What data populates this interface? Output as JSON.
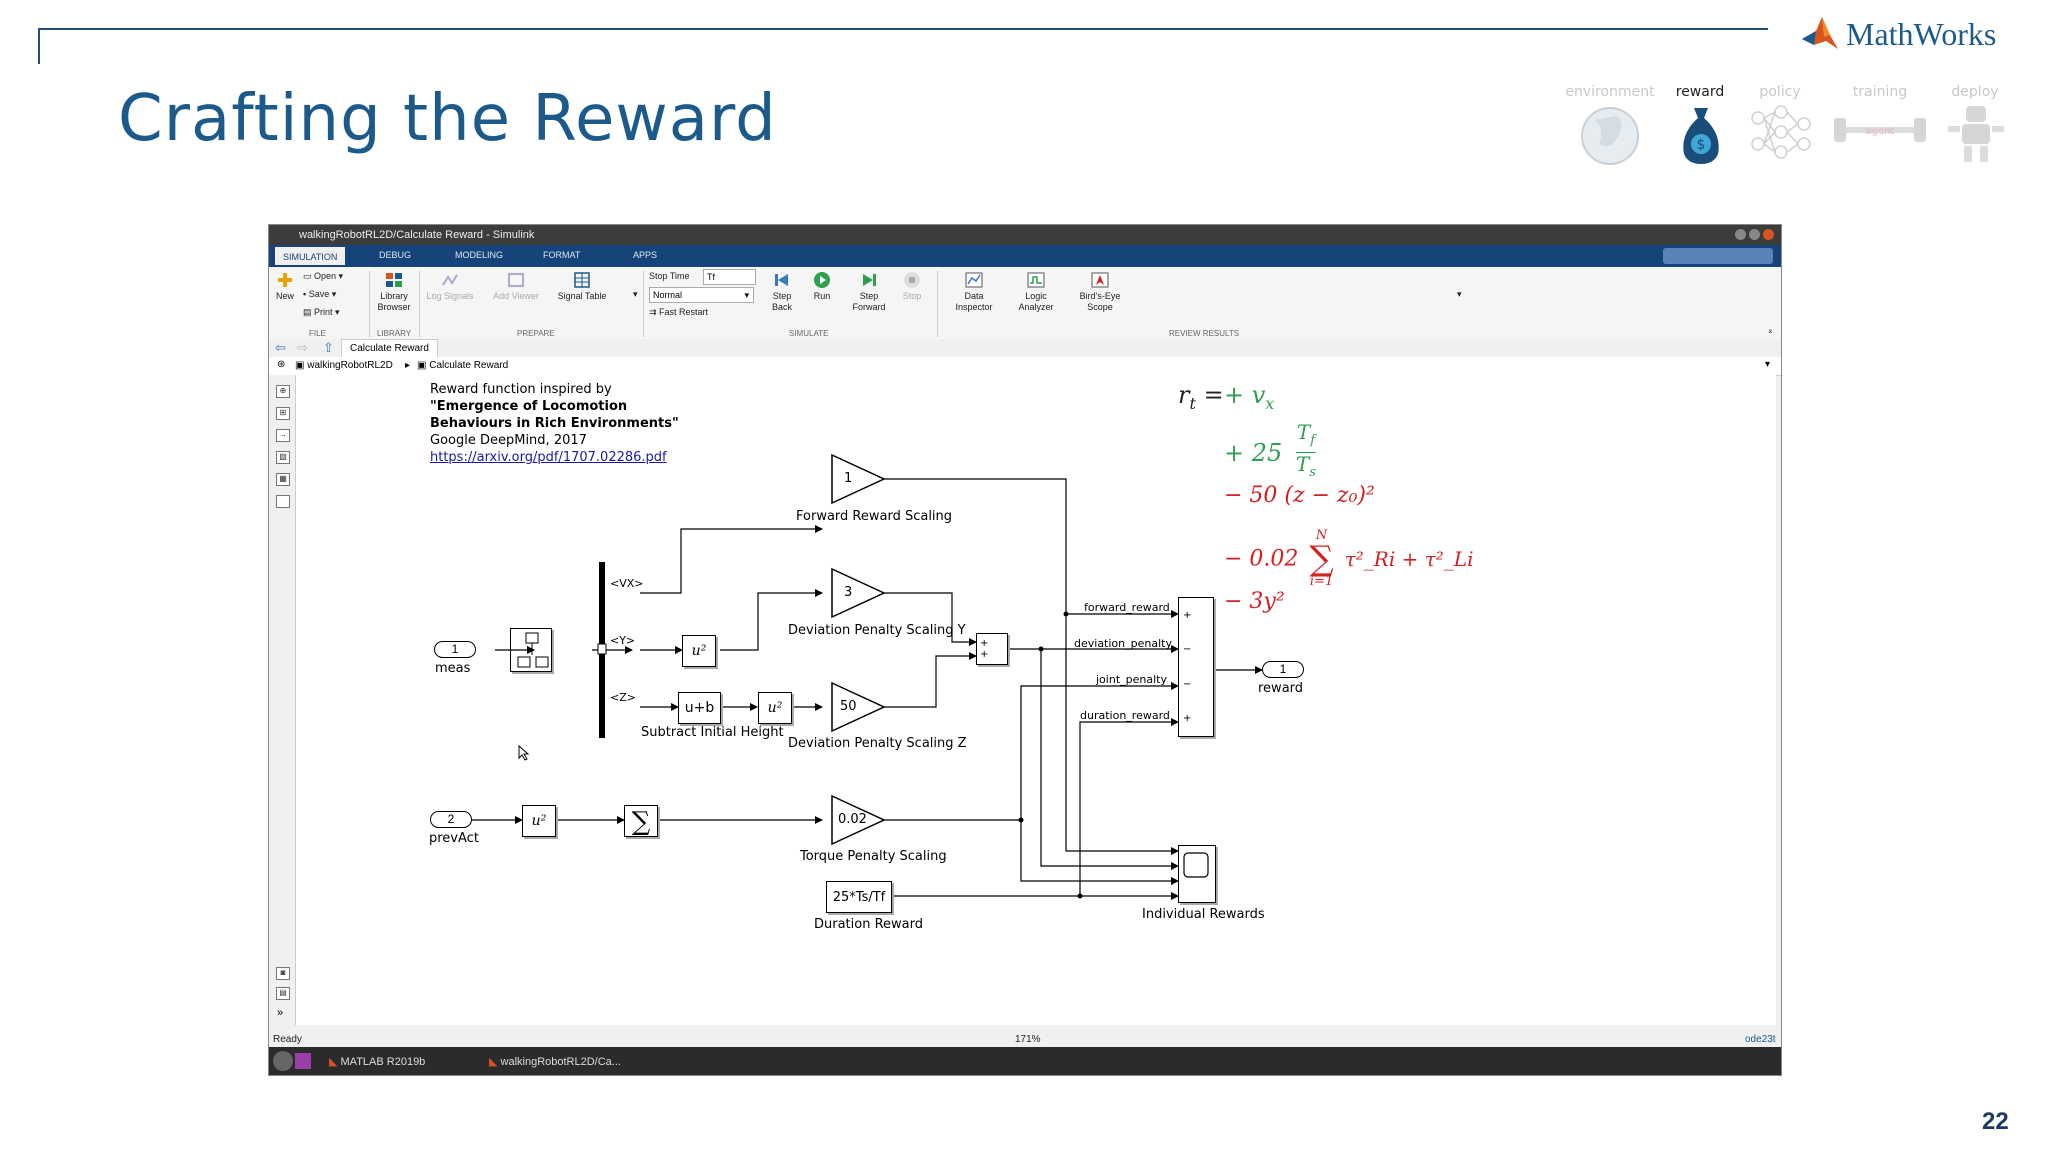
{
  "slide": {
    "title": "Crafting the Reward",
    "logo_text": "MathWorks",
    "page_number": "22",
    "steps": [
      {
        "label": "environment",
        "icon": "globe-icon",
        "active": false
      },
      {
        "label": "reward",
        "icon": "money-bag-icon",
        "active": true
      },
      {
        "label": "policy",
        "icon": "network-icon",
        "active": false
      },
      {
        "label": "training",
        "icon": "barbell-icon",
        "active": false
      },
      {
        "label": "deploy",
        "icon": "robot-icon",
        "active": false
      }
    ]
  },
  "window": {
    "title": "walkingRobotRL2D/Calculate Reward - Simulink",
    "tabs": [
      "SIMULATION",
      "DEBUG",
      "MODELING",
      "FORMAT",
      "APPS"
    ],
    "ribbon": {
      "file": {
        "new": "New",
        "open": "Open",
        "save": "Save",
        "print": "Print",
        "section": "FILE"
      },
      "library": {
        "browser": "Library Browser",
        "section": "LIBRARY"
      },
      "prepare": {
        "log_signals": "Log Signals",
        "add_viewer": "Add Viewer",
        "signal_table": "Signal Table",
        "section": "PREPARE"
      },
      "simulate": {
        "stop_time_label": "Stop Time",
        "stop_time_value": "Tf",
        "mode": "Normal",
        "fast_restart": "Fast Restart",
        "step_back": "Step Back",
        "run": "Run",
        "step_forward": "Step Forward",
        "stop": "Stop",
        "section": "SIMULATE"
      },
      "review": {
        "data_inspector": "Data Inspector",
        "logic_analyzer": "Logic Analyzer",
        "birds_eye": "Bird's-Eye Scope",
        "section": "REVIEW RESULTS"
      }
    },
    "nav_tab": "Calculate Reward",
    "breadcrumb": [
      "walkingRobotRL2D",
      "Calculate Reward"
    ],
    "status": {
      "ready": "Ready",
      "zoom": "171%",
      "solver": "ode23t"
    },
    "taskbar": {
      "matlab": "MATLAB R2019b",
      "model": "walkingRobotRL2D/Ca..."
    }
  },
  "diagram": {
    "note": {
      "line1": "Reward function inspired by",
      "line2": "\"Emergence of Locomotion",
      "line3": "Behaviours in Rich Environments\"",
      "line4": "Google DeepMind, 2017",
      "link": "https://arxiv.org/pdf/1707.02286.pdf"
    },
    "inports": [
      {
        "num": "1",
        "name": "meas"
      },
      {
        "num": "2",
        "name": "prevAct"
      }
    ],
    "outport": {
      "num": "1",
      "name": "reward"
    },
    "signals": {
      "vx": "<VX>",
      "y": "<Y>",
      "z": "<Z>"
    },
    "gains": [
      {
        "value": "1",
        "label": "Forward Reward Scaling"
      },
      {
        "value": "3",
        "label": "Deviation Penalty Scaling Y"
      },
      {
        "value": "50",
        "label": "Deviation Penalty Scaling Z"
      },
      {
        "value": "0.02",
        "label": "Torque Penalty Scaling"
      }
    ],
    "bias": {
      "text": "u+b",
      "label": "Subtract Initial Height"
    },
    "square": "u²",
    "constant": {
      "value": "25*Ts/Tf",
      "label": "Duration Reward"
    },
    "sum_signs": {
      "small": [
        "+",
        "+"
      ],
      "big": [
        "+",
        "−",
        "−",
        "+"
      ]
    },
    "bus_labels": [
      "forward_reward",
      "deviation_penalty",
      "joint_penalty",
      "duration_reward"
    ],
    "scope_label": "Individual Rewards"
  },
  "equation": {
    "lhs": "r",
    "lhs_sub": "t",
    "term1": "+ v",
    "term1_sub": "x",
    "term2_coef": "+ 25",
    "term2_num": "T",
    "term2_num_sub": "f",
    "term2_den": "T",
    "term2_den_sub": "s",
    "term3": "− 50 (z − z₀)²",
    "term4_coef": "− 0.02",
    "term4_sum_top": "N",
    "term4_sum_bottom": "i=1",
    "term4_body": "τ²_Ri + τ²_Li",
    "term5": "− 3y²",
    "colors": {
      "positive": "#2e9e4f",
      "negative": "#d42020"
    }
  }
}
